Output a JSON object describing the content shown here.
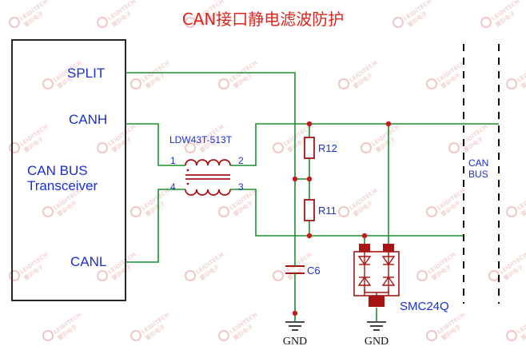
{
  "title": "CAN接口静电滤波防护",
  "transceiver": {
    "name_line1": "CAN BUS",
    "name_line2": "Transceiver",
    "pins": {
      "split": "SPLIT",
      "canh": "CANH",
      "canl": "CANL"
    }
  },
  "choke": {
    "part_number": "LDW43T-513T",
    "pin1": "1",
    "pin2": "2",
    "pin3": "3",
    "pin4": "4"
  },
  "resistors": {
    "top": "R12",
    "bottom": "R11"
  },
  "capacitor": "C6",
  "tvs": "SMC24Q",
  "bus": {
    "line1": "CAN",
    "line2": "BUS"
  },
  "ground_left": "GND",
  "ground_right": "GND",
  "watermark": {
    "brand": "LEIDITECH",
    "cn": "雷卯电子"
  },
  "colors": {
    "wire": "#1f8f2f",
    "component": "#a81414",
    "label": "#1a2fd6",
    "title": "#e0241b"
  }
}
